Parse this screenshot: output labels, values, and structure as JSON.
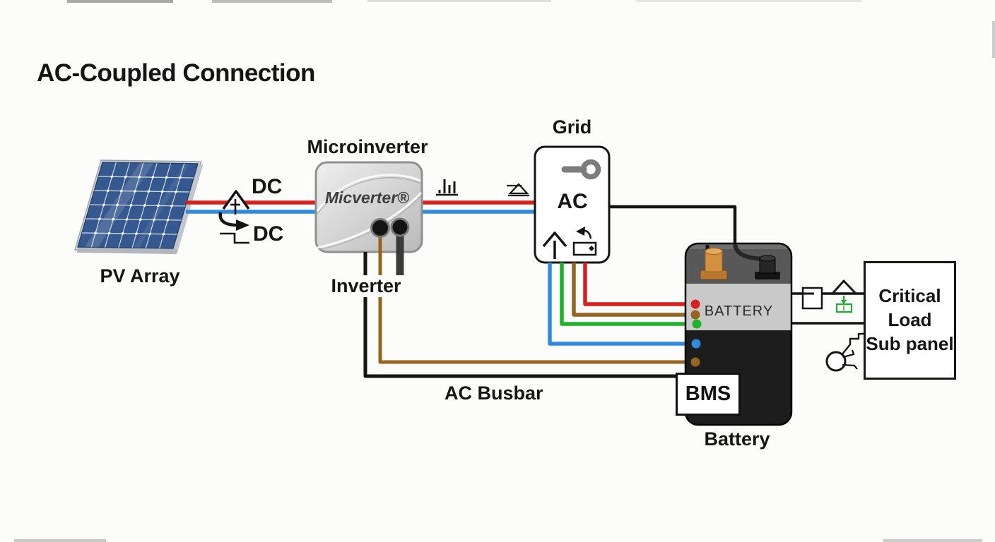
{
  "title": "AC-Coupled Connection",
  "colors": {
    "wire_red": "#d92020",
    "wire_blue": "#2e8be0",
    "wire_green": "#1fb32c",
    "wire_brown": "#96641e",
    "wire_black": "#141414",
    "accent_green": "#1faa35",
    "pv_panel_blue": "#35598e",
    "device_gray": "#d6d6d6",
    "battery_silver": "#c9c9c9",
    "battery_dark": "#1d1d1d",
    "terminal_orange": "#d3913f"
  },
  "pv_array": {
    "label": "PV Array"
  },
  "dc_link": {
    "label_top": "DC",
    "label_bottom": "DC"
  },
  "microinverter": {
    "label_above": "Microinverter",
    "device_text": "Micverter®",
    "label_below": "Inverter"
  },
  "grid_box": {
    "label": "Grid",
    "ac_text": "AC"
  },
  "ac_busbar": {
    "label": "AC Busbar"
  },
  "battery": {
    "device_text": "BATTERY",
    "label": "Battery"
  },
  "bms": {
    "label": "BMS"
  },
  "critical_load_panel": {
    "line1": "Critical",
    "line2": "Load",
    "line3": "Sub panel"
  },
  "icons": {
    "dc_converter": "chevron-with-cross-and-curved-arrow",
    "dc_step": "square-wave-step",
    "meter_bars": "ascending-bar-meter",
    "ground": "earth-ground-triangle",
    "key": "gray-key",
    "grid_feed_arrow": "arrow-up",
    "battery_charge": "box-with-return-arrow",
    "breaker": "small-square-breaker",
    "house": "roof-chevron",
    "green_meter": "green-arrow-into-box",
    "plug": "circle-with-prongs"
  }
}
